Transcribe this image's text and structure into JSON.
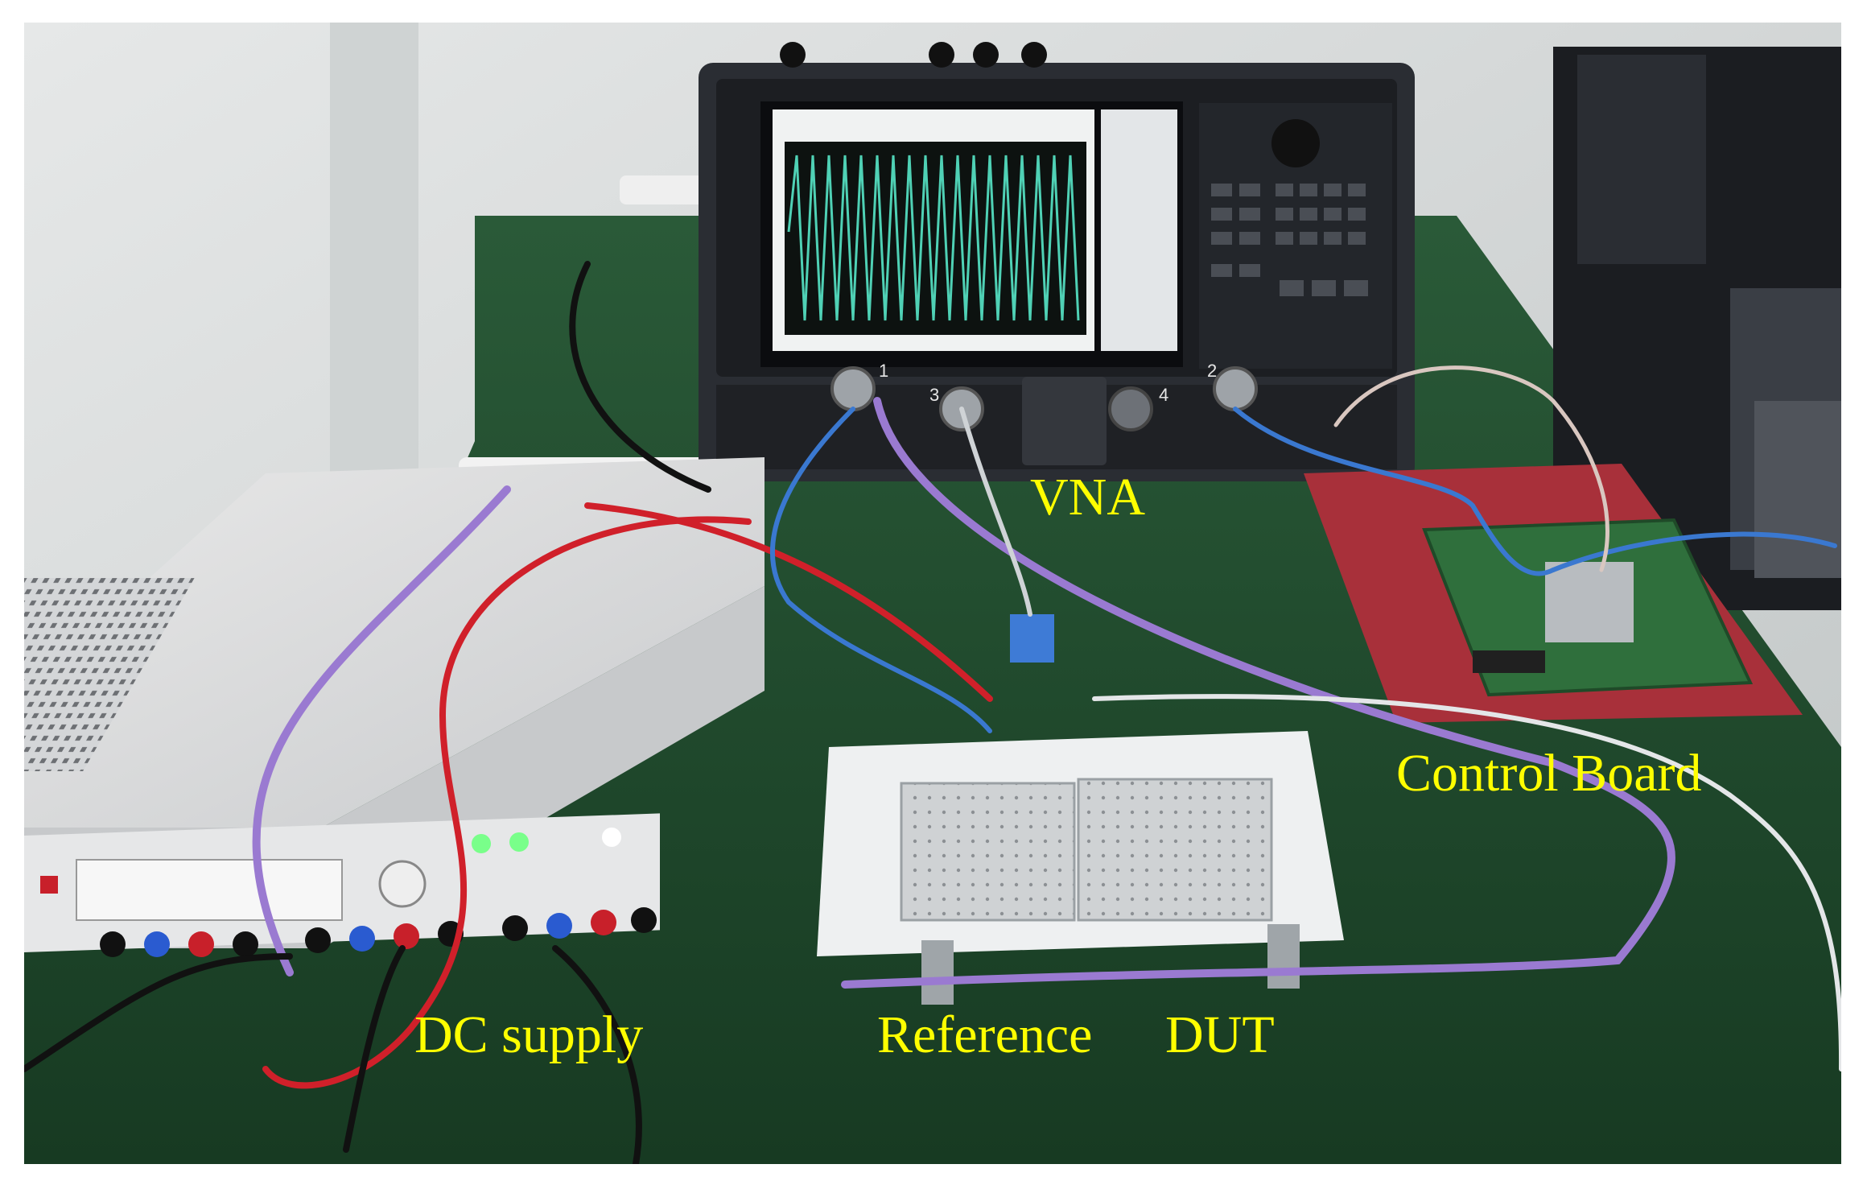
{
  "labels": {
    "vna": "VNA",
    "control_board": "Control Board",
    "dc_supply": "DC supply",
    "reference": "Reference",
    "dut": "DUT"
  },
  "vna_ports": [
    "1",
    "2",
    "3",
    "4"
  ],
  "colors": {
    "label_text": "#ffff00",
    "bench_green": "#1f4a2c",
    "wall": "#d9dcdc",
    "instrument_dark": "#2a2d33",
    "screen_trace": "#4fd1b5",
    "supply_body": "#dcdcdc",
    "fixture_white": "#eef0f1",
    "board_green": "#2f6f3c",
    "bag_red": "#a8303a",
    "cable_purple": "#9a7ad1",
    "cable_red": "#d0202a",
    "cable_blue": "#3a78d0",
    "led_green": "#79ff8a"
  }
}
